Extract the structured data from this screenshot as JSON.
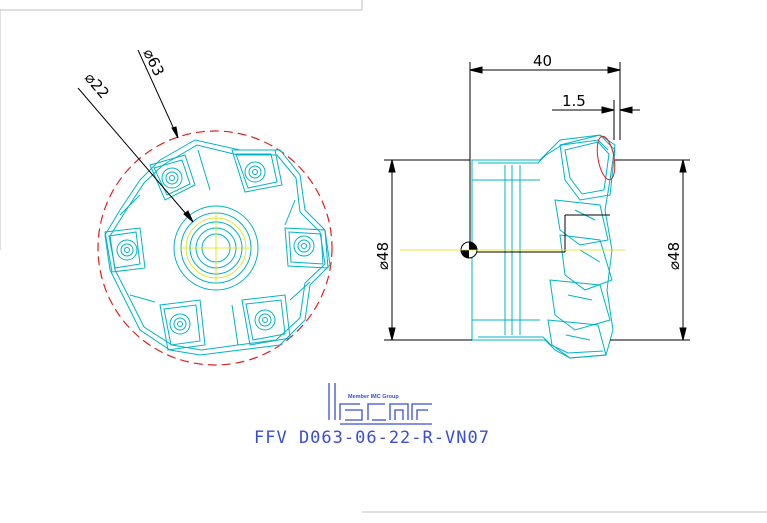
{
  "drawing": {
    "part_number": "FFV D063-06-22-R-VN07",
    "logo": {
      "wordmark": "iscar",
      "tagline": "Member IMC Group"
    },
    "colors": {
      "outline": "#00b4c8",
      "dimension": "#000000",
      "circle": "#e02020",
      "centerline": "#e0e000",
      "title": "#3a4dd8"
    },
    "front_view": {
      "outer_diameter_label": "⌀63",
      "bore_diameter_label": "⌀22"
    },
    "side_view": {
      "overall_length_label": "40",
      "edge_offset_label": "1.5",
      "shank_diameter_label": "⌀48",
      "head_diameter_label": "⌀48"
    }
  }
}
